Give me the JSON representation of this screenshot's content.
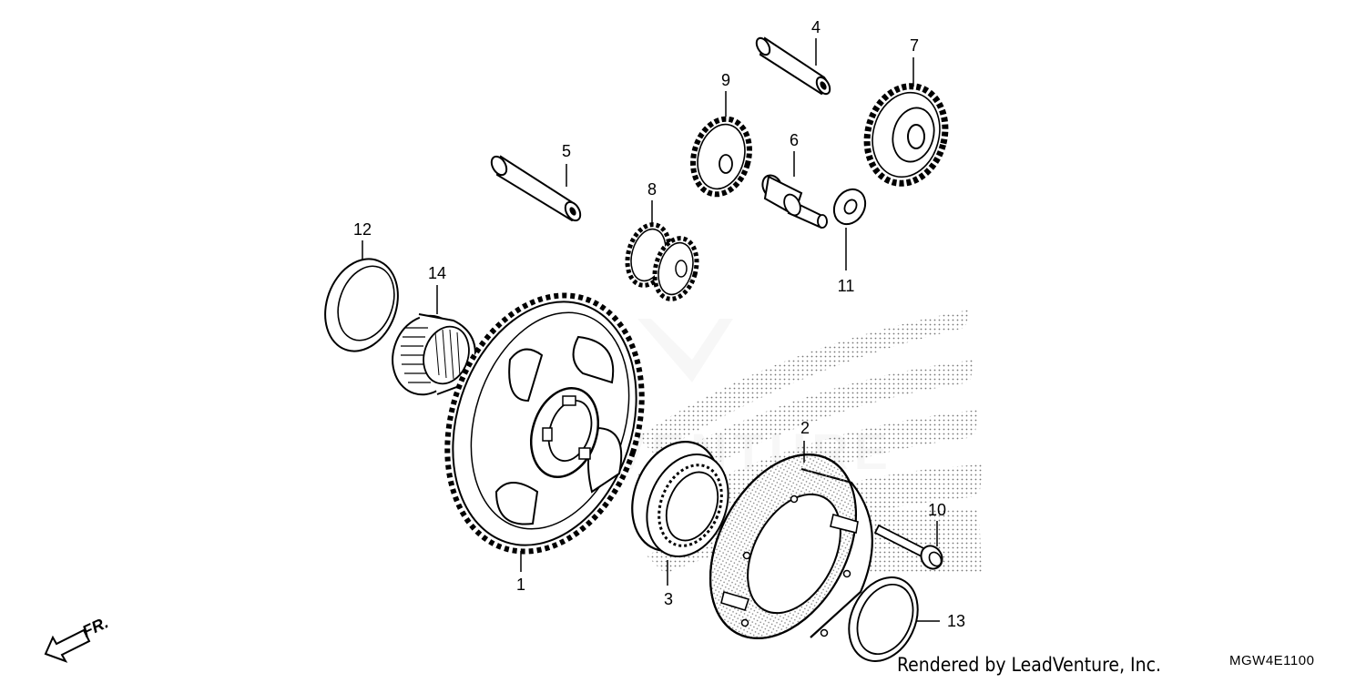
{
  "diagram": {
    "callouts": [
      {
        "id": "1",
        "label": "1"
      },
      {
        "id": "2",
        "label": "2"
      },
      {
        "id": "3",
        "label": "3"
      },
      {
        "id": "4",
        "label": "4"
      },
      {
        "id": "5",
        "label": "5"
      },
      {
        "id": "6",
        "label": "6"
      },
      {
        "id": "7",
        "label": "7"
      },
      {
        "id": "8",
        "label": "8"
      },
      {
        "id": "9",
        "label": "9"
      },
      {
        "id": "10",
        "label": "10"
      },
      {
        "id": "11",
        "label": "11"
      },
      {
        "id": "12",
        "label": "12"
      },
      {
        "id": "13",
        "label": "13"
      },
      {
        "id": "14",
        "label": "14"
      }
    ],
    "front_arrow_label": "FR.",
    "credit": "Rendered by LeadVenture, Inc.",
    "diagram_code": "MGW4E1100",
    "watermark_text": "LEADVENTURE"
  }
}
